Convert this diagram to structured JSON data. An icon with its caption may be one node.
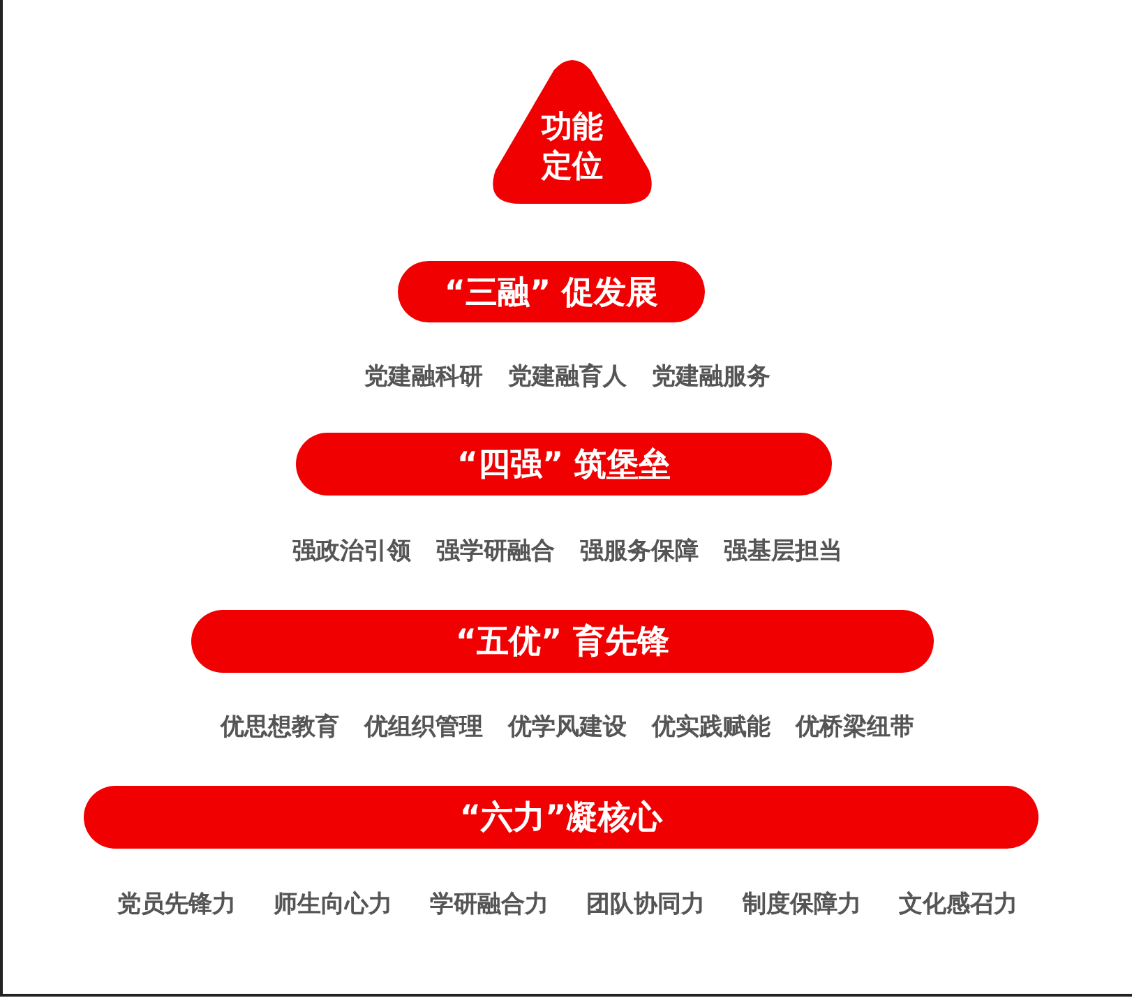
{
  "diagram": {
    "nodes": [
      {
        "text": [
          "功能定位"
        ]
      },
      {
        "text": [
          "“三融” 促发展"
        ],
        "beside": [
          "党建融科研",
          "党建融育人",
          "党建融服务"
        ]
      },
      {
        "text": [
          "“四强” 筑堡垒"
        ],
        "beside": [
          "强政治引领",
          "强学研融合",
          "强服务保障",
          "强基层担当"
        ]
      },
      {
        "text": [
          "“五优” 育先锋"
        ],
        "beside": [
          "优思想教育",
          "优组织管理",
          "优学风建设",
          "优实践赋能",
          "优桥梁纽带"
        ]
      },
      {
        "text": [
          "“六力”凝核心"
        ],
        "beside": [
          "党员先锋力",
          "师生向心力",
          "学研融合力",
          "团队协同力",
          "制度保障力",
          "文化感召力"
        ]
      }
    ]
  }
}
